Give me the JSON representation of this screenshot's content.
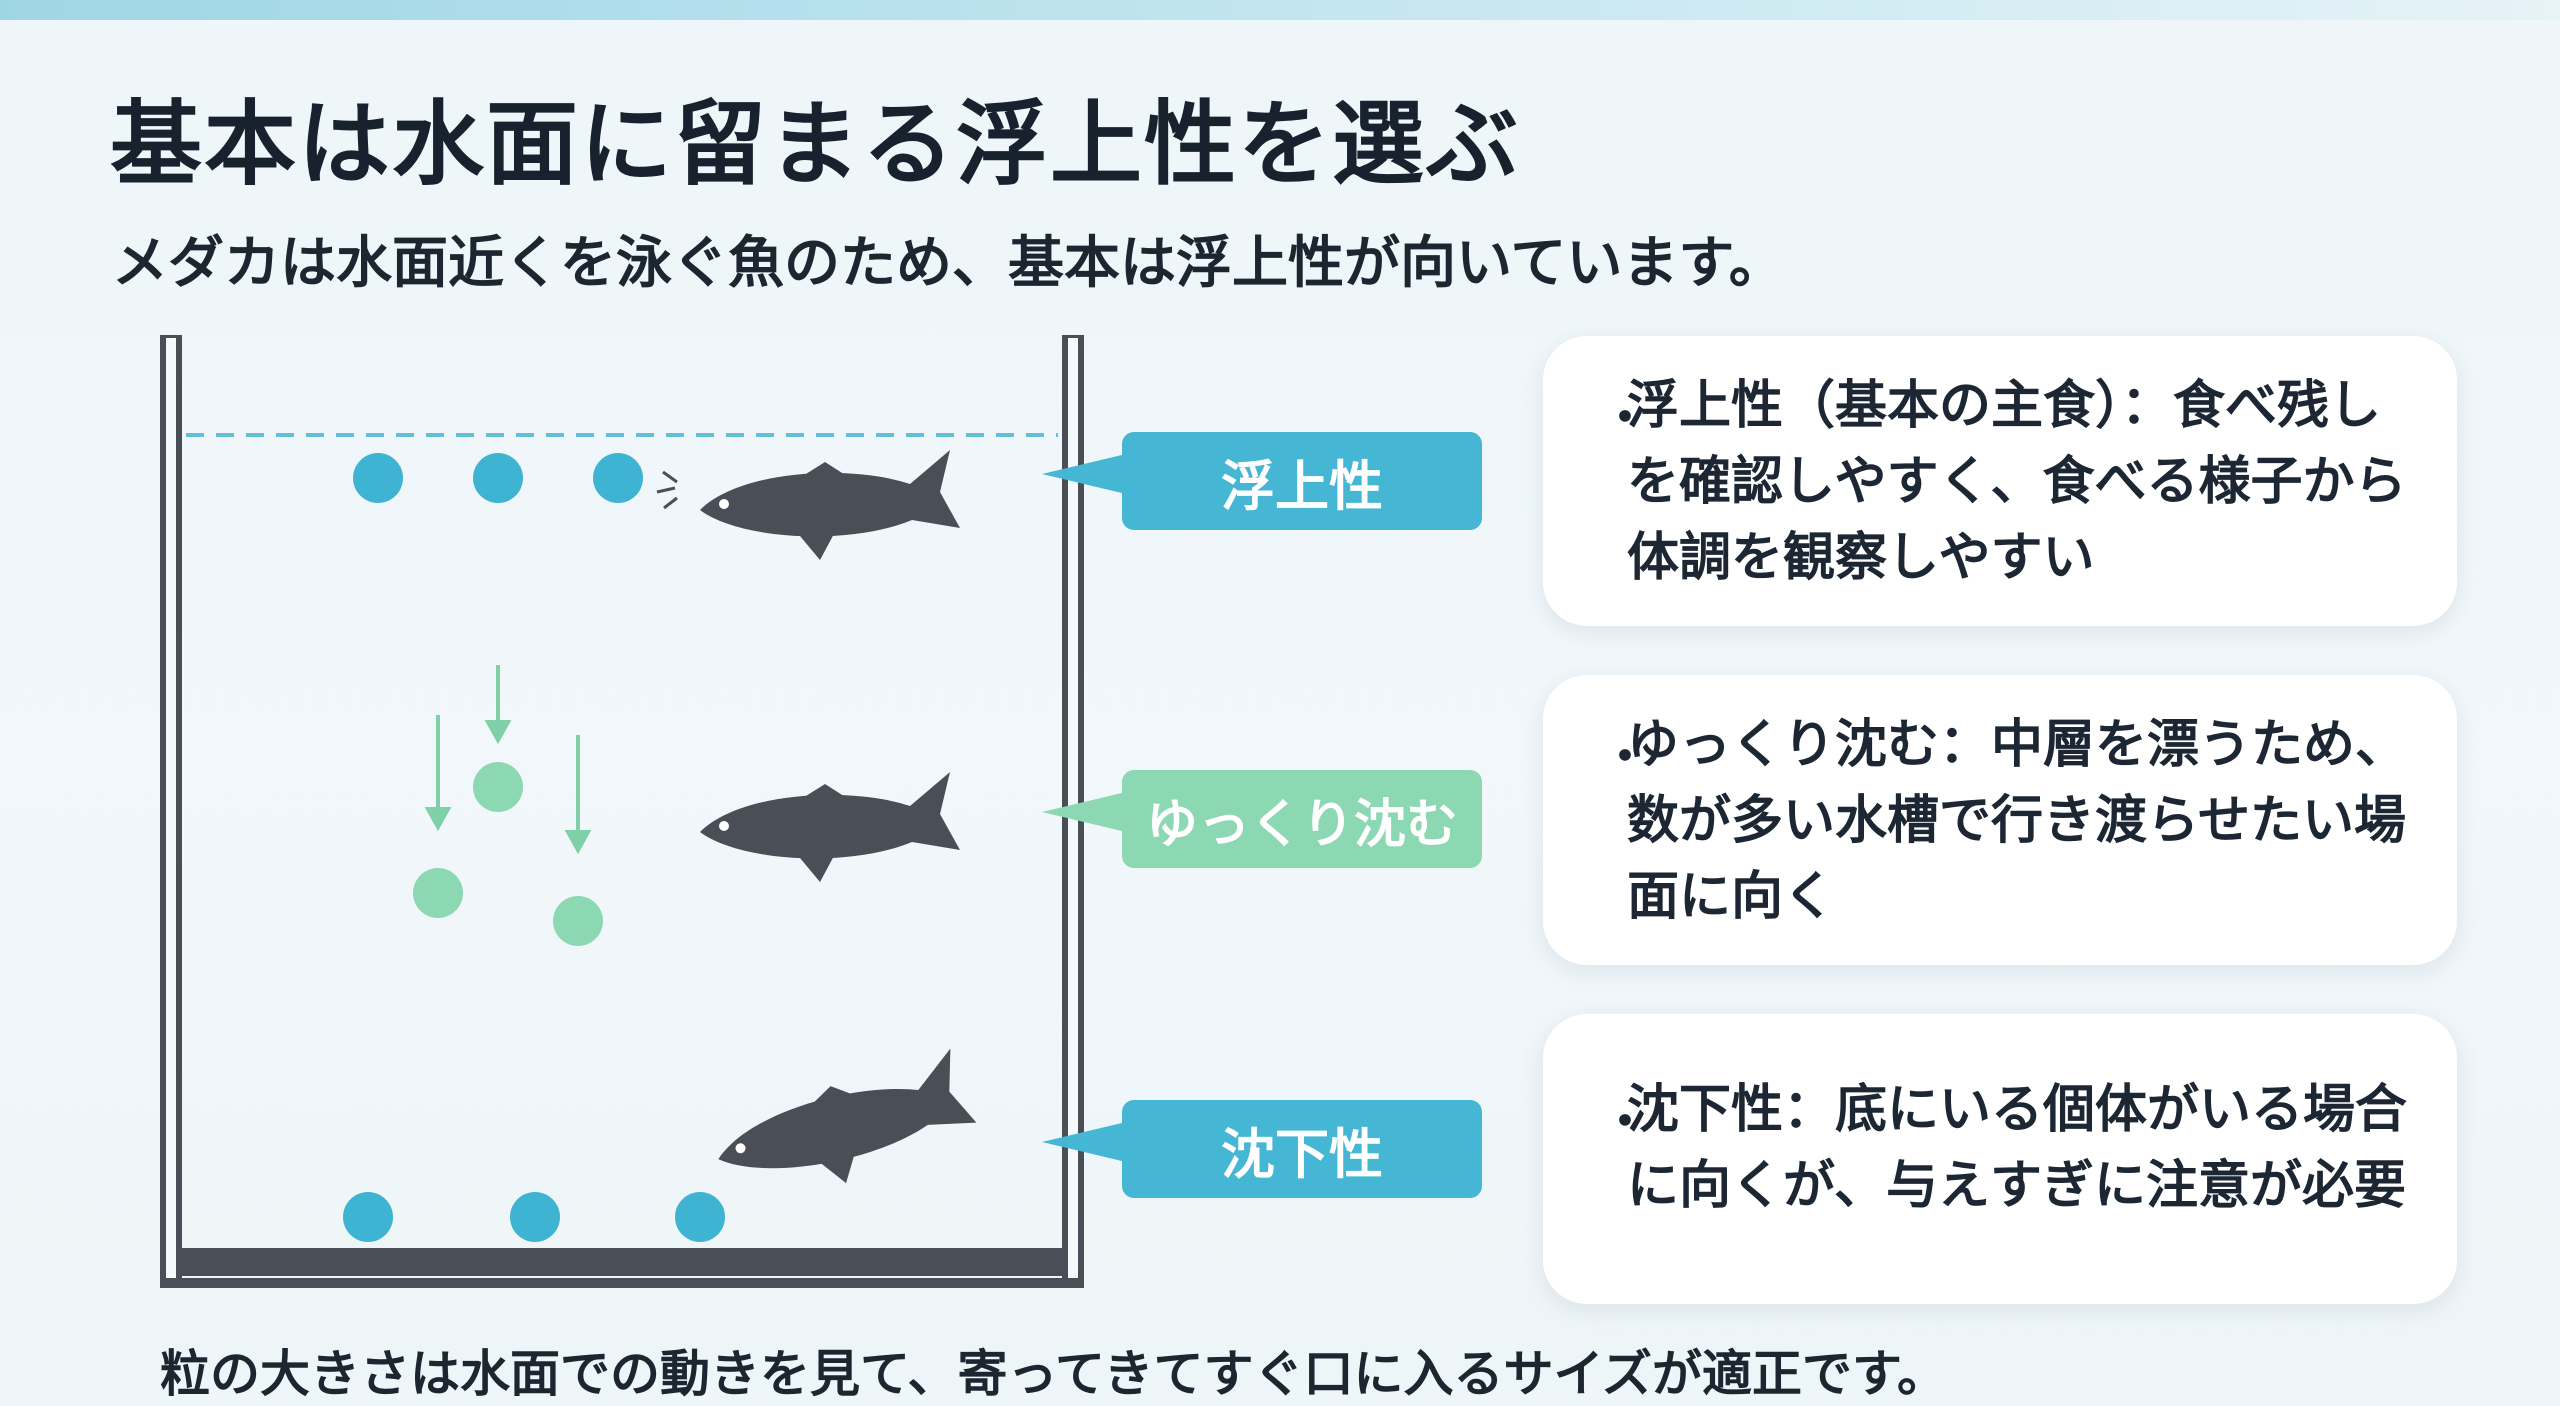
{
  "title": "基本は水面に留まる浮上性を選ぶ",
  "subtitle": "メダカは水面近くを泳ぐ魚のため、基本は浮上性が向いています。",
  "labels": {
    "floating": "浮上性",
    "slow_sinking": "ゆっくり沈む",
    "sinking": "沈下性"
  },
  "cards": [
    {
      "bullet": "・",
      "text": "浮上性（基本の主食）：食べ残しを確認しやすく、食べる様子から体調を観察しやすい"
    },
    {
      "bullet": "・",
      "text": "ゆっくり沈む：中層を漂うため、数が多い水槽で行き渡らせたい場面に向く"
    },
    {
      "bullet": "・",
      "text": "沈下性：底にいる個体がいる場合に向くが、与えすぎに注意が必要"
    }
  ],
  "footer": "粒の大きさは水面での動きを見て、寄ってきてすぐ口に入るサイズが適正です。",
  "colors": {
    "blue": "#45b6d3",
    "green": "#8cd8b2",
    "fish": "#4a4f57",
    "tank_bottom": "#4a4f57"
  },
  "icons": [
    "fish-icon",
    "feeding-pellet-icon",
    "sinking-arrow-icon"
  ]
}
